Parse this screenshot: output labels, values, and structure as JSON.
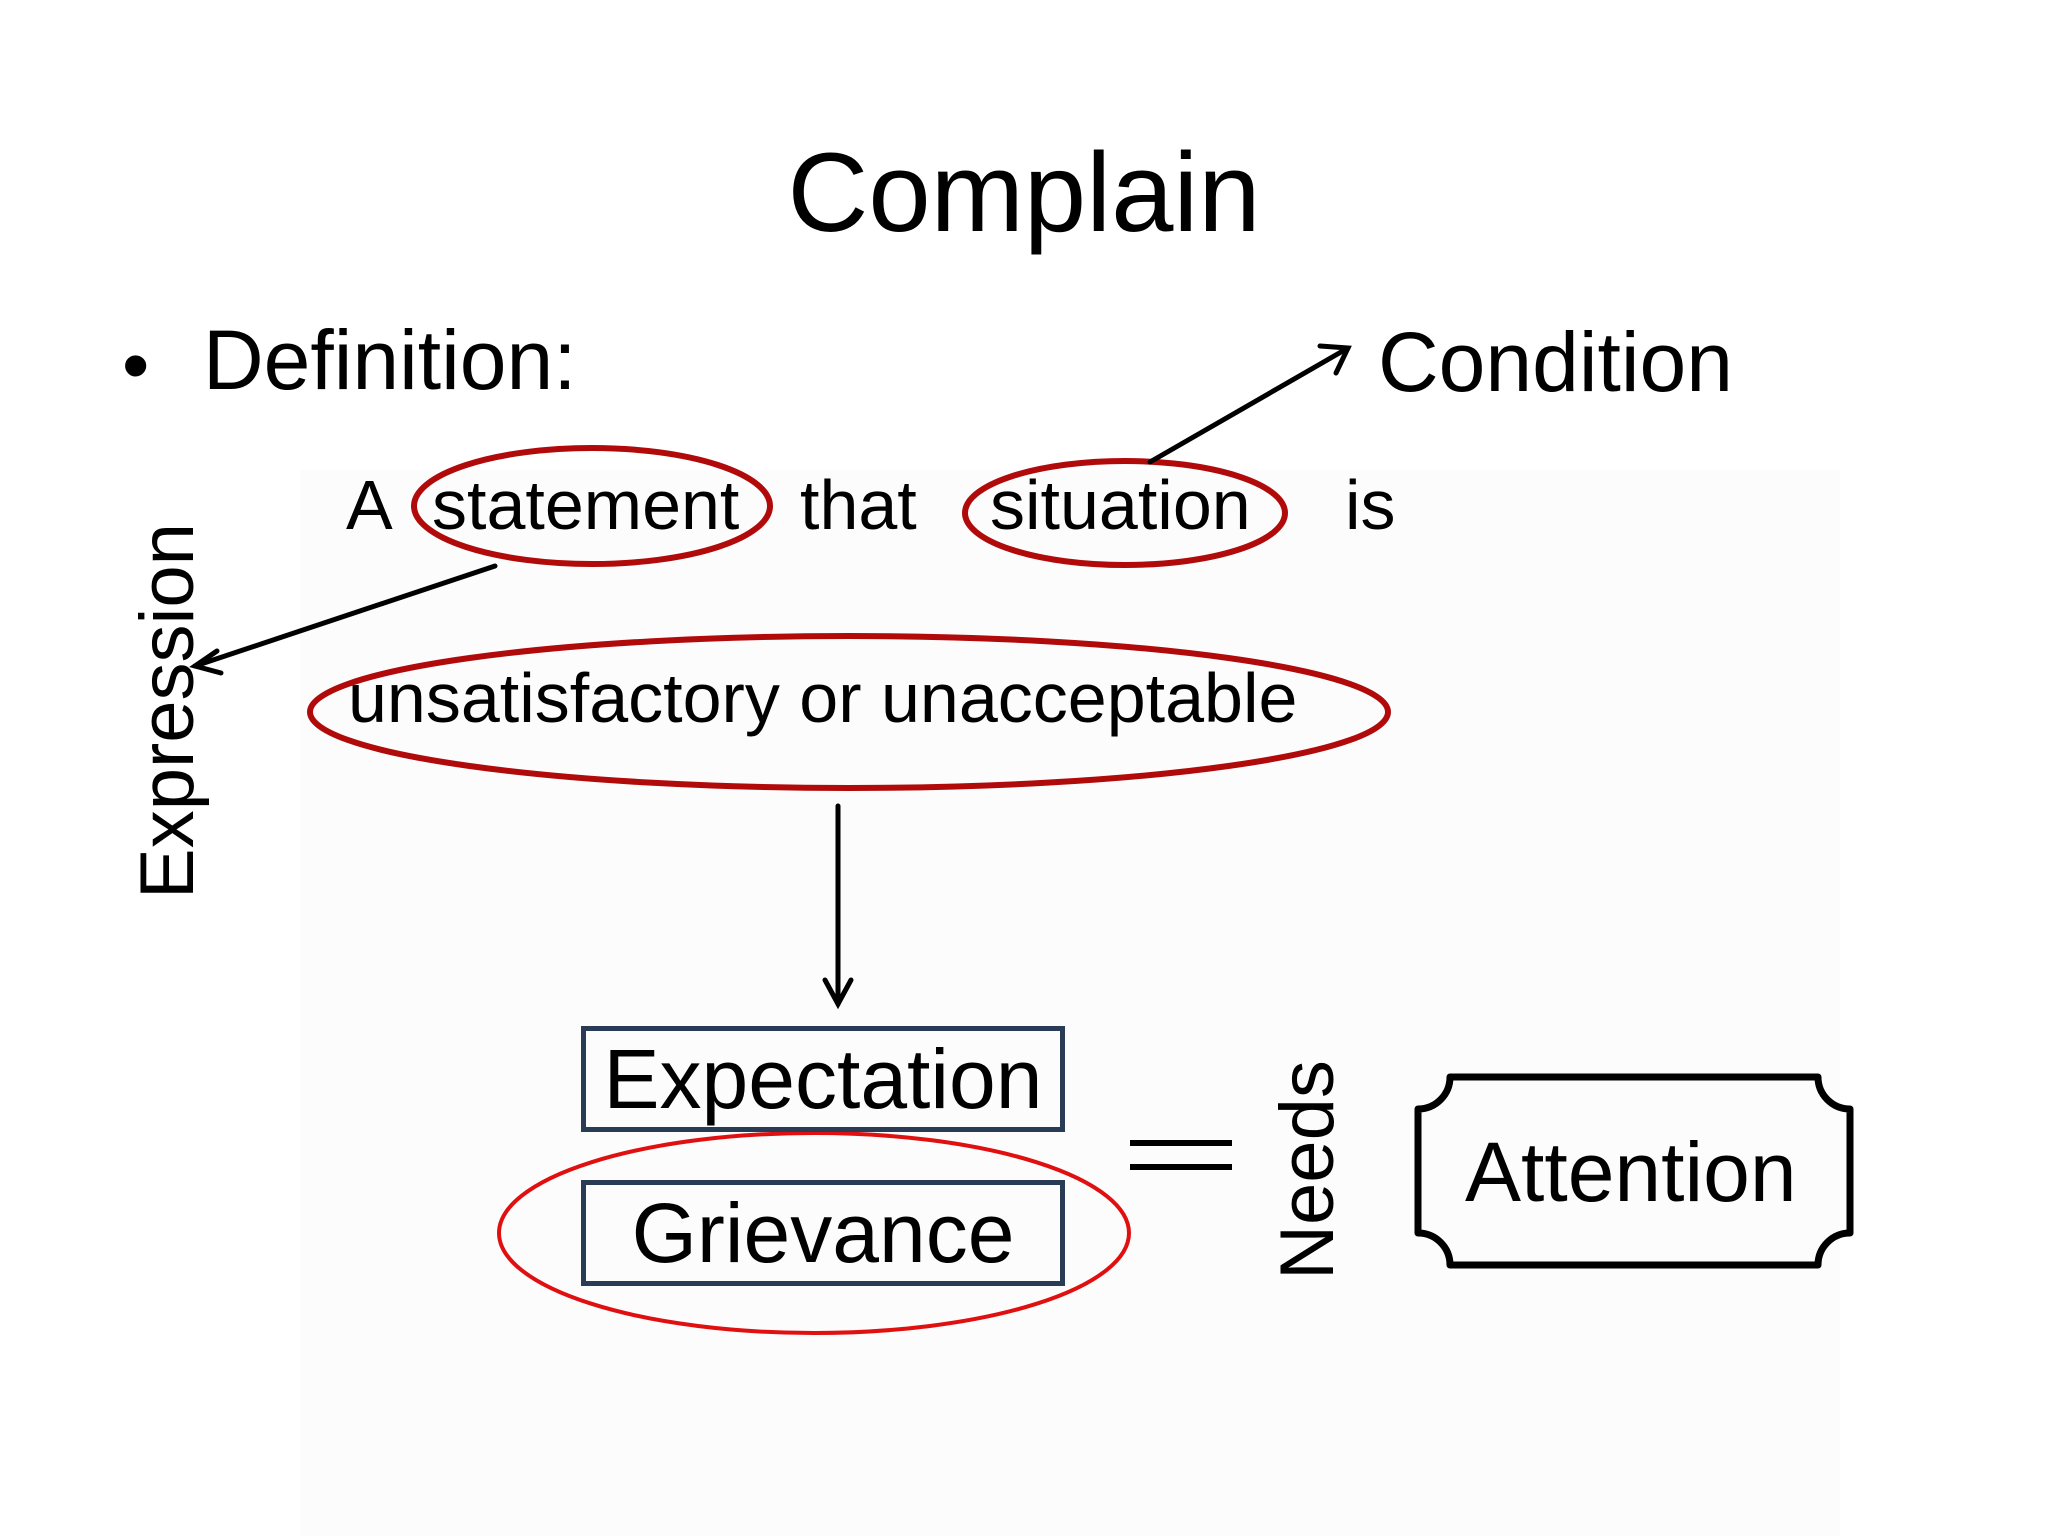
{
  "slide": {
    "title": "Complain",
    "bullet": {
      "symbol": "•",
      "text": "Definition:"
    },
    "sentence": {
      "word_a": "A",
      "word_statement": "statement",
      "word_that": "that",
      "word_situation": "situation",
      "word_is": "is",
      "line2": "unsatisfactory or unacceptable"
    },
    "labels": {
      "condition": "Condition",
      "expression": "Expression",
      "needs": "Needs"
    },
    "boxes": {
      "expectation": "Expectation",
      "grievance": "Grievance",
      "attention": "Attention"
    },
    "colors": {
      "ellipse_dark_red": "#b00a0a",
      "ellipse_red": "#e01010",
      "box_border": "#2a3b55",
      "arrow": "#000000"
    }
  }
}
